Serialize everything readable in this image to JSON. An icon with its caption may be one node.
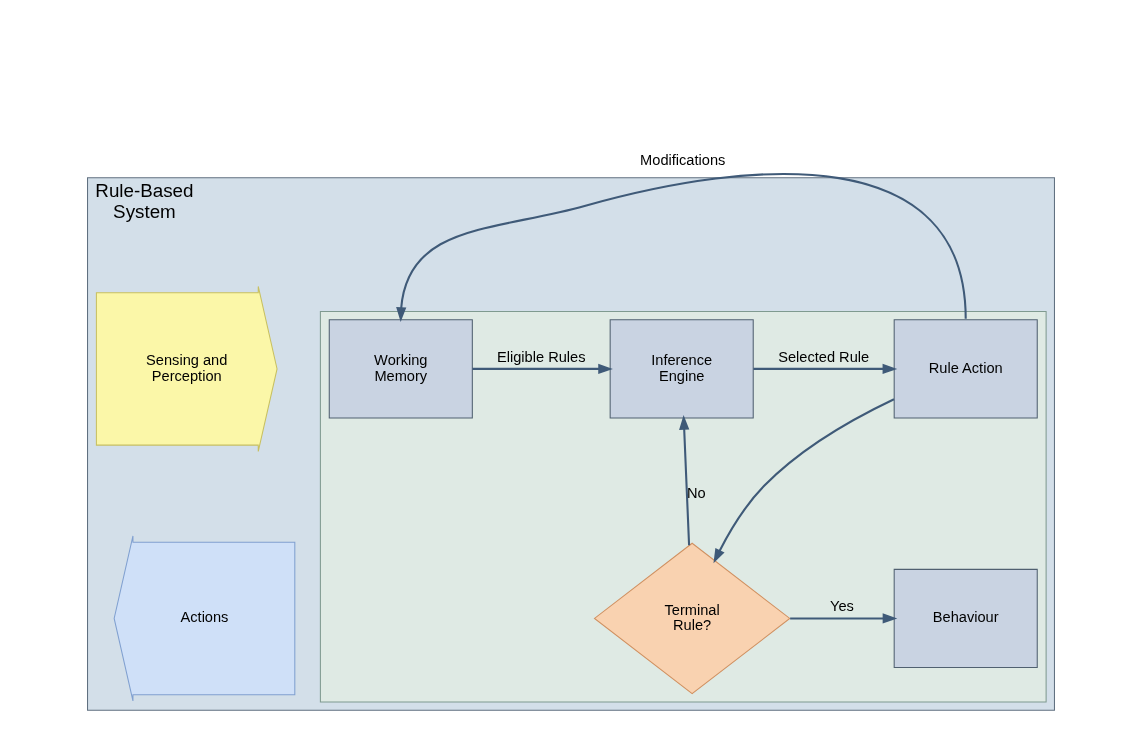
{
  "diagram": {
    "nodes": [
      {
        "text": [
          "Rule-Based System"
        ]
      },
      {
        "text": [],
        "shape": "box",
        "in": 0
      },
      {
        "text": [
          "Sensing and Perception"
        ],
        "in": 0
      },
      {
        "text": [
          "Working Memory"
        ],
        "in": 1
      },
      {
        "text": [
          "Inference Engine"
        ],
        "in": 1
      },
      {
        "text": [
          "Rule Action"
        ],
        "in": 1
      },
      {
        "text": [
          "Actions"
        ],
        "in": 0
      },
      {
        "text": [
          "Behaviour"
        ],
        "in": 1
      },
      {
        "text": [
          "Terminal Rule?"
        ],
        "in": 1
      }
    ],
    "edges": [
      {
        "from": 3,
        "to": 4,
        "arrow": "to",
        "label": "Eligible Rules"
      },
      {
        "from": 4,
        "to": 5,
        "arrow": "to",
        "label": "Selected Rule"
      },
      {
        "from": 5,
        "to": 3,
        "arrow": "to",
        "label": "Modifications"
      },
      {
        "from": 5,
        "to": 8,
        "arrow": "to"
      },
      {
        "from": 8,
        "to": 4,
        "arrow": "to",
        "label": "No"
      },
      {
        "from": 8,
        "to": 7,
        "arrow": "to",
        "label": "Yes"
      }
    ]
  }
}
